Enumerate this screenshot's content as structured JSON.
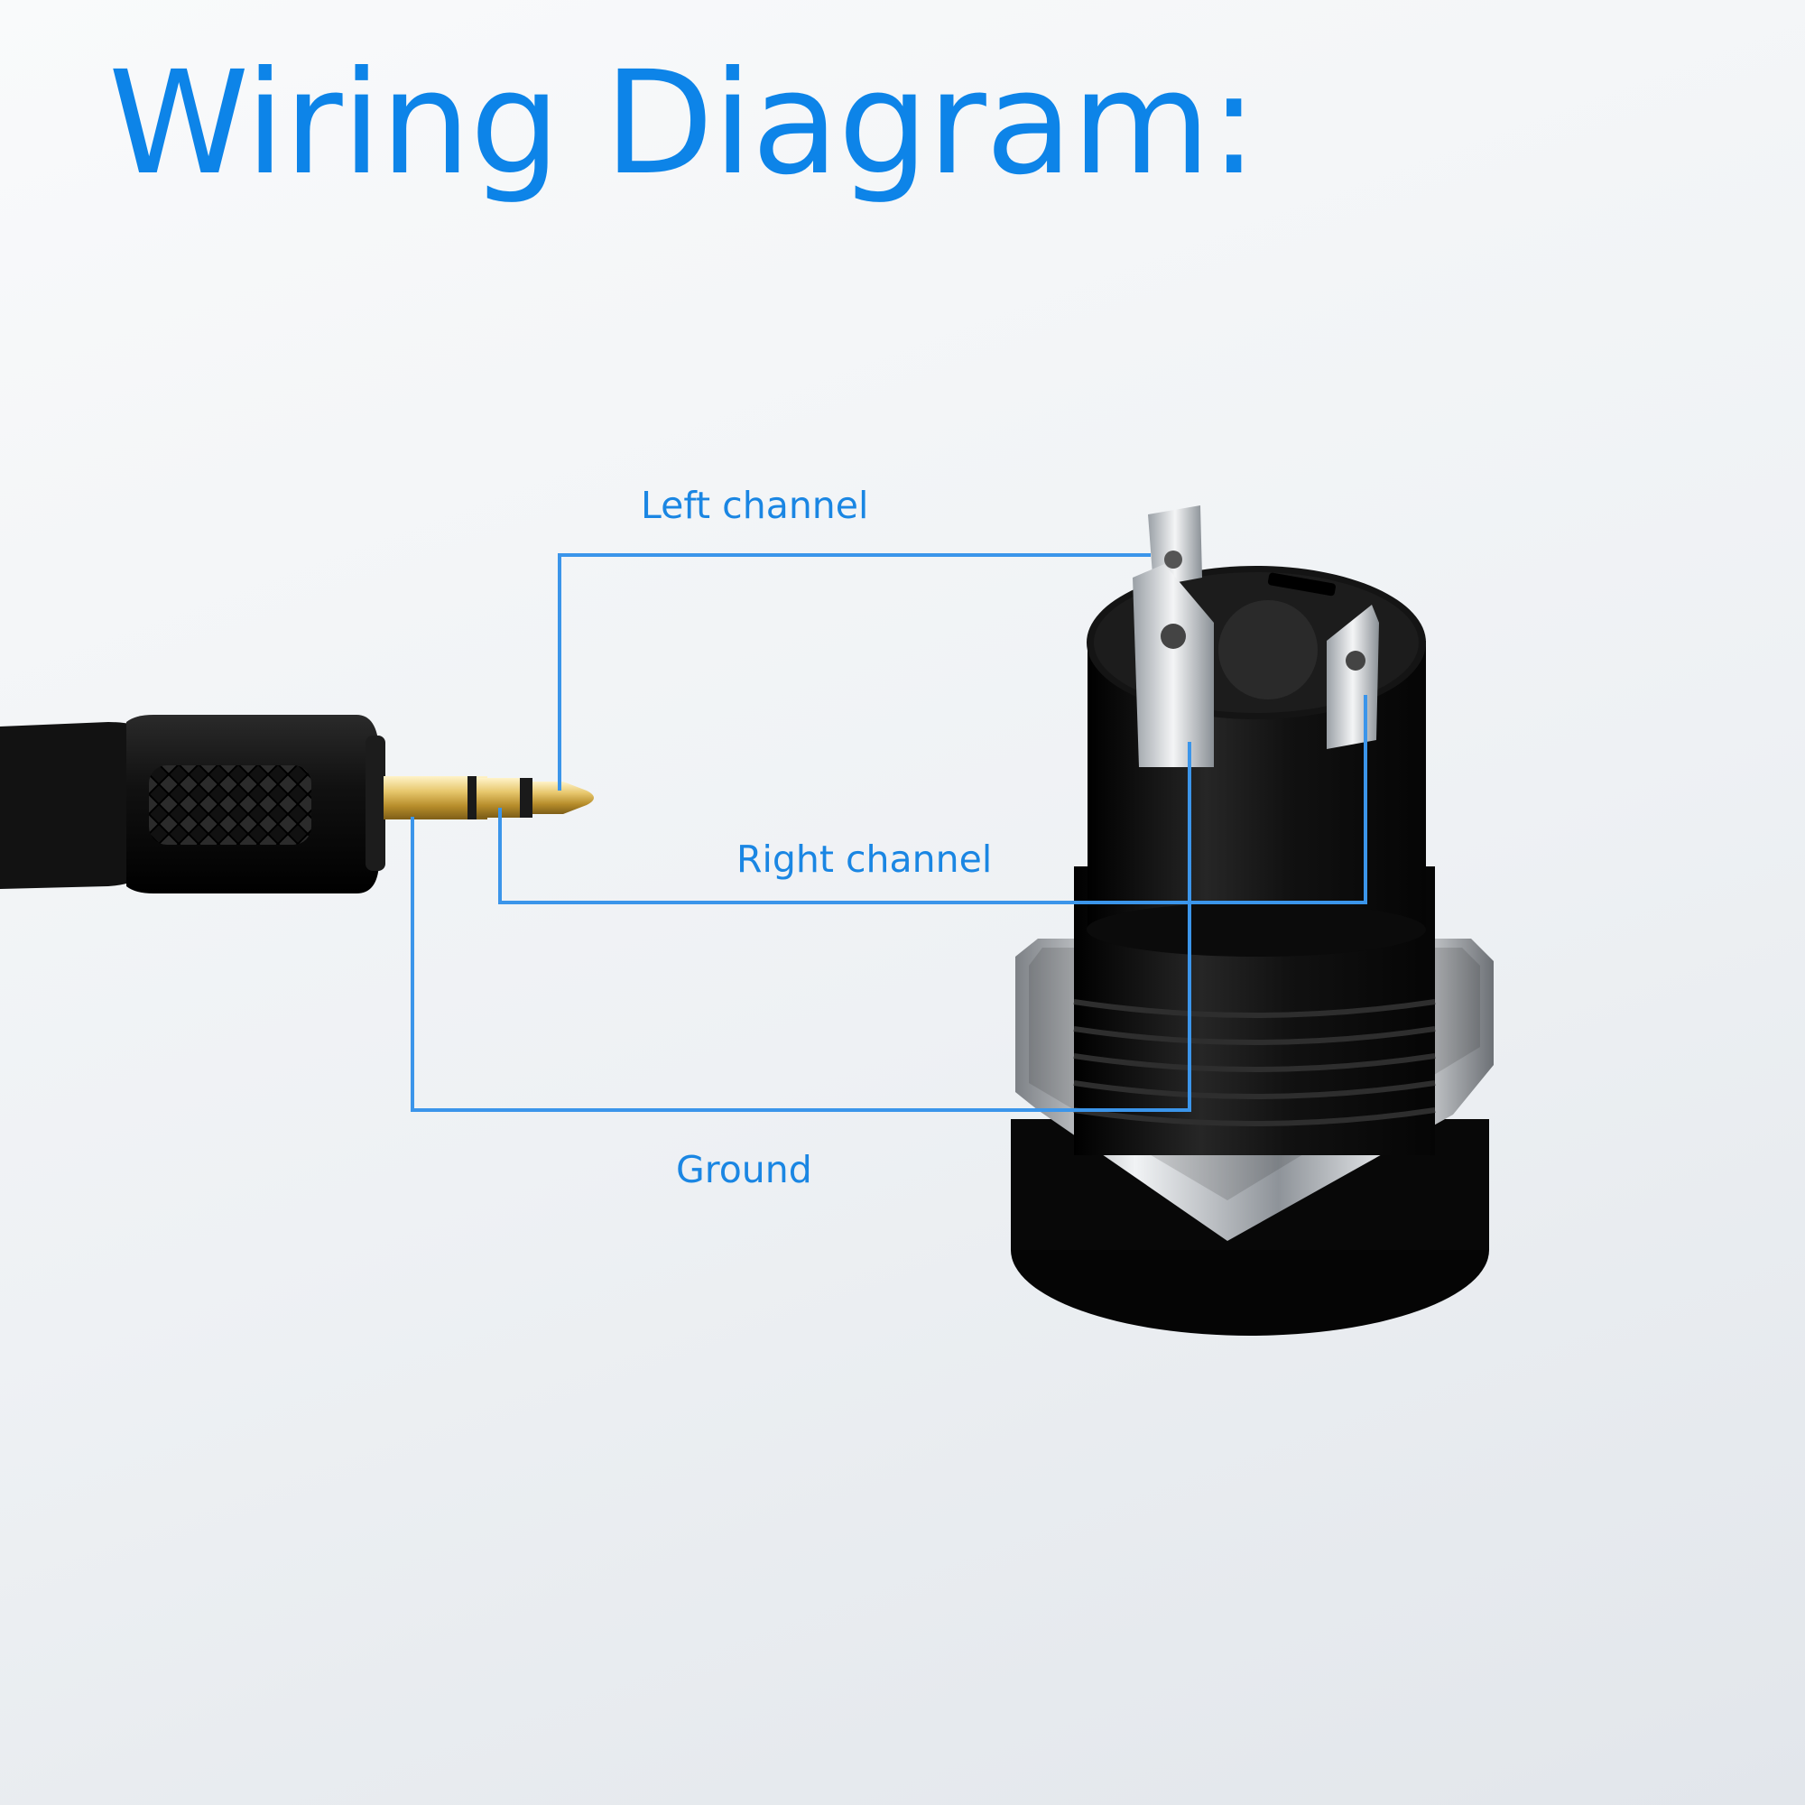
{
  "title": "Wiring Diagram:",
  "labels": {
    "left_channel": "Left channel",
    "right_channel": "Right channel",
    "ground": "Ground"
  },
  "colors": {
    "accent": "#0d84e8",
    "wire": "#3b95ea",
    "plug_body": "#141414",
    "jack_body": "#0f0f0f",
    "metal": "#c9ced4"
  },
  "icons": {
    "plug": "trs-3.5mm-plug",
    "jack": "panel-mount-audio-jack"
  }
}
